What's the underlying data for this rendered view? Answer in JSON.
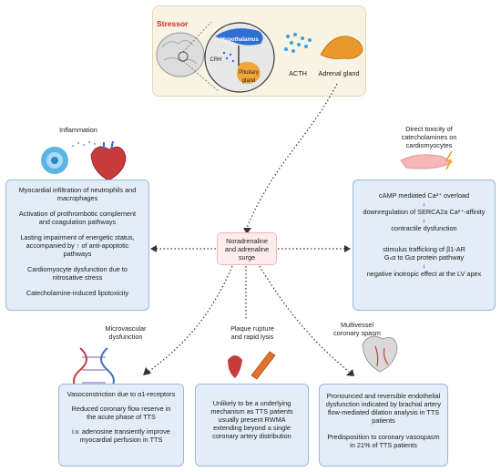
{
  "top_panel": {
    "stressor": "Stressor",
    "hypothalamus": "Hypothalamus",
    "crh": "CRH",
    "pituitary": "Pituitary gland",
    "acth": "ACTH",
    "adrenal": "Adrenal gland"
  },
  "center": {
    "line1": "Noradrenaline",
    "line2": "and adrenaline",
    "line3": "surge"
  },
  "inflammation": {
    "title": "Inflammation",
    "items": [
      "Myocardial infiltration of neutrophils and macrophages",
      "Activation of prothrombotic complement and coagulation pathways",
      "Lasting impairment of energetic status, accompanied by ↑ of anti-apoptotic pathways",
      "Cardiomyocyte dysfunction due to nitrosative stress",
      "Catecholamine-induced lipotoxicity"
    ]
  },
  "toxicity": {
    "title": "Direct toxicity of catecholamines on cardiomyocytes",
    "lines": [
      "cAMP mediated Ca²⁺ overload",
      "↓",
      "downregulation of SERCA2a Ca²⁺-affinity",
      "↓",
      "contractile dysfunction",
      "",
      "stimulus trafficking of β1-AR",
      "Gₛα to Gᵢα protein pathway",
      "↓",
      "negative inotropic effect at the LV apex"
    ]
  },
  "microvascular": {
    "title": "Microvascular dysfunction",
    "items": [
      "Vasoconstriction due to α1-receptors",
      "Reduced coronary flow reserve in the acute phase of TTS",
      "i.v. adenosine transiently improve myocardial perfusion in TTS"
    ]
  },
  "plaque": {
    "title": "Plaque rupture and rapid lysis",
    "text": "Unlikely to be a underlying mechanism as TTS patients usually present RWMA extending beyond a single coronary artery distribution"
  },
  "spasm": {
    "title": "Multivessel coronary spasm",
    "items": [
      "Pronounced and reversible endothelial dysfunction indicated by brachial artery flow-mediated dilation analysis in TTS patients",
      "Predisposition to coronary vasospasm in 21% of TTS patients"
    ]
  },
  "colors": {
    "box_fill": "#e3edf8",
    "box_border": "#9db8d8",
    "stressor_red": "#d62b2b",
    "top_panel_fill": "#f8f3e3",
    "center_fill": "#fdecec"
  }
}
